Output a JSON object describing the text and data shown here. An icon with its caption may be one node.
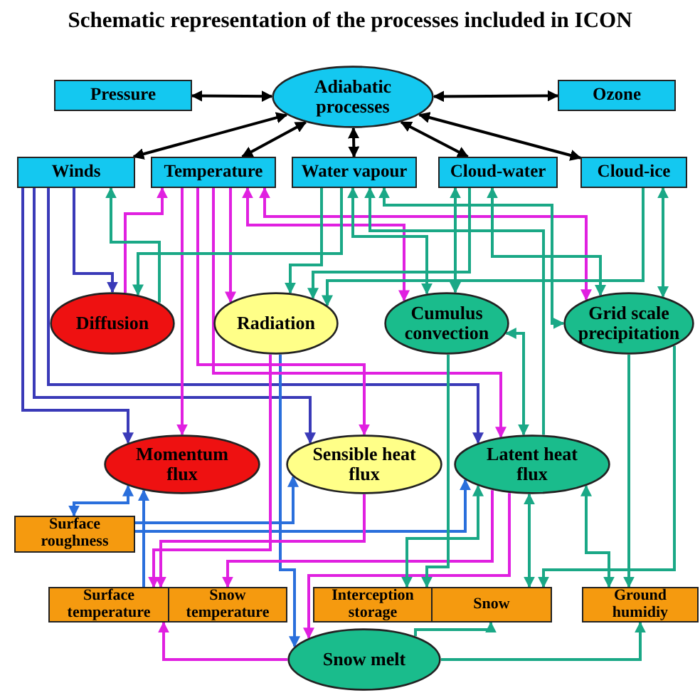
{
  "diagram": {
    "title": "Schematic representation of the processes included in ICON",
    "nodes": [
      {
        "text": [
          "Adiabatic processes"
        ]
      },
      {
        "text": [
          "Pressure"
        ]
      },
      {
        "text": [
          "Ozone"
        ]
      },
      {
        "text": [
          "Winds"
        ]
      },
      {
        "text": [
          "Temperature"
        ]
      },
      {
        "text": [
          "Water vapour"
        ]
      },
      {
        "text": [
          "Cloud-water"
        ]
      },
      {
        "text": [
          "Cloud-ice"
        ]
      },
      {
        "text": [
          "Diffusion"
        ]
      },
      {
        "text": [
          "Radiation"
        ]
      },
      {
        "text": [
          "Cumulus convection"
        ]
      },
      {
        "text": [
          "Grid scale precipitation"
        ]
      },
      {
        "text": [
          "Momentum flux"
        ]
      },
      {
        "text": [
          "Sensible heat flux"
        ]
      },
      {
        "text": [
          "Latent heat flux"
        ]
      },
      {
        "text": [
          "Surface roughness"
        ]
      },
      {
        "text": [
          "Surface temperature"
        ]
      },
      {
        "text": [
          "Snow temperature"
        ]
      },
      {
        "text": [
          "Interception storage"
        ]
      },
      {
        "text": [
          "Snow"
        ]
      },
      {
        "text": [
          "Ground humidiy"
        ]
      },
      {
        "text": [
          "Snow melt"
        ]
      }
    ],
    "edges": [
      {
        "from": 0,
        "to": 1,
        "arrow": "both",
        "color": "#000000"
      },
      {
        "from": 0,
        "to": 2,
        "arrow": "both",
        "color": "#000000"
      },
      {
        "from": 0,
        "to": 3,
        "arrow": "both",
        "color": "#000000"
      },
      {
        "from": 0,
        "to": 4,
        "arrow": "both",
        "color": "#000000"
      },
      {
        "from": 0,
        "to": 5,
        "arrow": "both",
        "color": "#000000"
      },
      {
        "from": 0,
        "to": 6,
        "arrow": "both",
        "color": "#000000"
      },
      {
        "from": 0,
        "to": 7,
        "arrow": "both",
        "color": "#000000"
      },
      {
        "from": 3,
        "to": 8,
        "arrow": "to",
        "color": "#3a3ab8"
      },
      {
        "from": 3,
        "to": 12,
        "arrow": "to",
        "color": "#3a3ab8"
      },
      {
        "from": 3,
        "to": 13,
        "arrow": "to",
        "color": "#3a3ab8"
      },
      {
        "from": 3,
        "to": 14,
        "arrow": "to",
        "color": "#3a3ab8"
      },
      {
        "from": 15,
        "to": 12,
        "arrow": "both",
        "color": "#2a6fdc"
      },
      {
        "from": 15,
        "to": 14,
        "arrow": "to",
        "color": "#2a6fdc"
      },
      {
        "from": 16,
        "to": 12,
        "arrow": "to",
        "color": "#2a6fdc"
      },
      {
        "from": 9,
        "to": 21,
        "arrow": "to",
        "color": "#2a6fdc"
      },
      {
        "from": 15,
        "to": 13,
        "arrow": "to",
        "color": "#2a6fdc"
      },
      {
        "from": 8,
        "to": 4,
        "arrow": "to",
        "color": "#e020e0"
      },
      {
        "from": 4,
        "to": 12,
        "arrow": "to",
        "color": "#e020e0"
      },
      {
        "from": 4,
        "to": 9,
        "arrow": "to",
        "color": "#e020e0"
      },
      {
        "from": 4,
        "to": 13,
        "arrow": "to",
        "color": "#e020e0"
      },
      {
        "from": 4,
        "to": 14,
        "arrow": "to",
        "color": "#e020e0"
      },
      {
        "from": 4,
        "to": 10,
        "arrow": "both",
        "color": "#e020e0"
      },
      {
        "from": 4,
        "to": 11,
        "arrow": "both",
        "color": "#e020e0"
      },
      {
        "from": 9,
        "to": 16,
        "arrow": "to",
        "color": "#e020e0"
      },
      {
        "from": 13,
        "to": 16,
        "arrow": "to",
        "color": "#e020e0"
      },
      {
        "from": 14,
        "to": 17,
        "arrow": "to",
        "color": "#e020e0"
      },
      {
        "from": 14,
        "to": 21,
        "arrow": "to",
        "color": "#e020e0"
      },
      {
        "from": 21,
        "to": 16,
        "arrow": "to",
        "color": "#e020e0"
      },
      {
        "from": 5,
        "to": 8,
        "arrow": "to"
      },
      {
        "from": 8,
        "to": 3,
        "arrow": "to"
      },
      {
        "from": 5,
        "to": 9,
        "arrow": "to"
      },
      {
        "from": 6,
        "to": 9,
        "arrow": "to"
      },
      {
        "from": 7,
        "to": 9,
        "arrow": "to"
      },
      {
        "from": 5,
        "to": 10,
        "arrow": "both"
      },
      {
        "from": 6,
        "to": 10,
        "arrow": "both"
      },
      {
        "from": 6,
        "to": 11,
        "arrow": "both"
      },
      {
        "from": 7,
        "to": 11,
        "arrow": "both"
      },
      {
        "from": 5,
        "to": 11,
        "arrow": "both"
      },
      {
        "from": 14,
        "to": 5,
        "arrow": "to"
      },
      {
        "from": 14,
        "to": 10,
        "arrow": "both"
      },
      {
        "from": 18,
        "to": 14,
        "arrow": "both"
      },
      {
        "from": 19,
        "to": 14,
        "arrow": "both"
      },
      {
        "from": 20,
        "to": 14,
        "arrow": "both"
      },
      {
        "from": 11,
        "to": 20,
        "arrow": "to"
      },
      {
        "from": 11,
        "to": 19,
        "arrow": "to"
      },
      {
        "from": 10,
        "to": 18,
        "arrow": "to"
      },
      {
        "from": 21,
        "to": 19,
        "arrow": "to"
      },
      {
        "from": 21,
        "to": 20,
        "arrow": "to"
      }
    ]
  }
}
